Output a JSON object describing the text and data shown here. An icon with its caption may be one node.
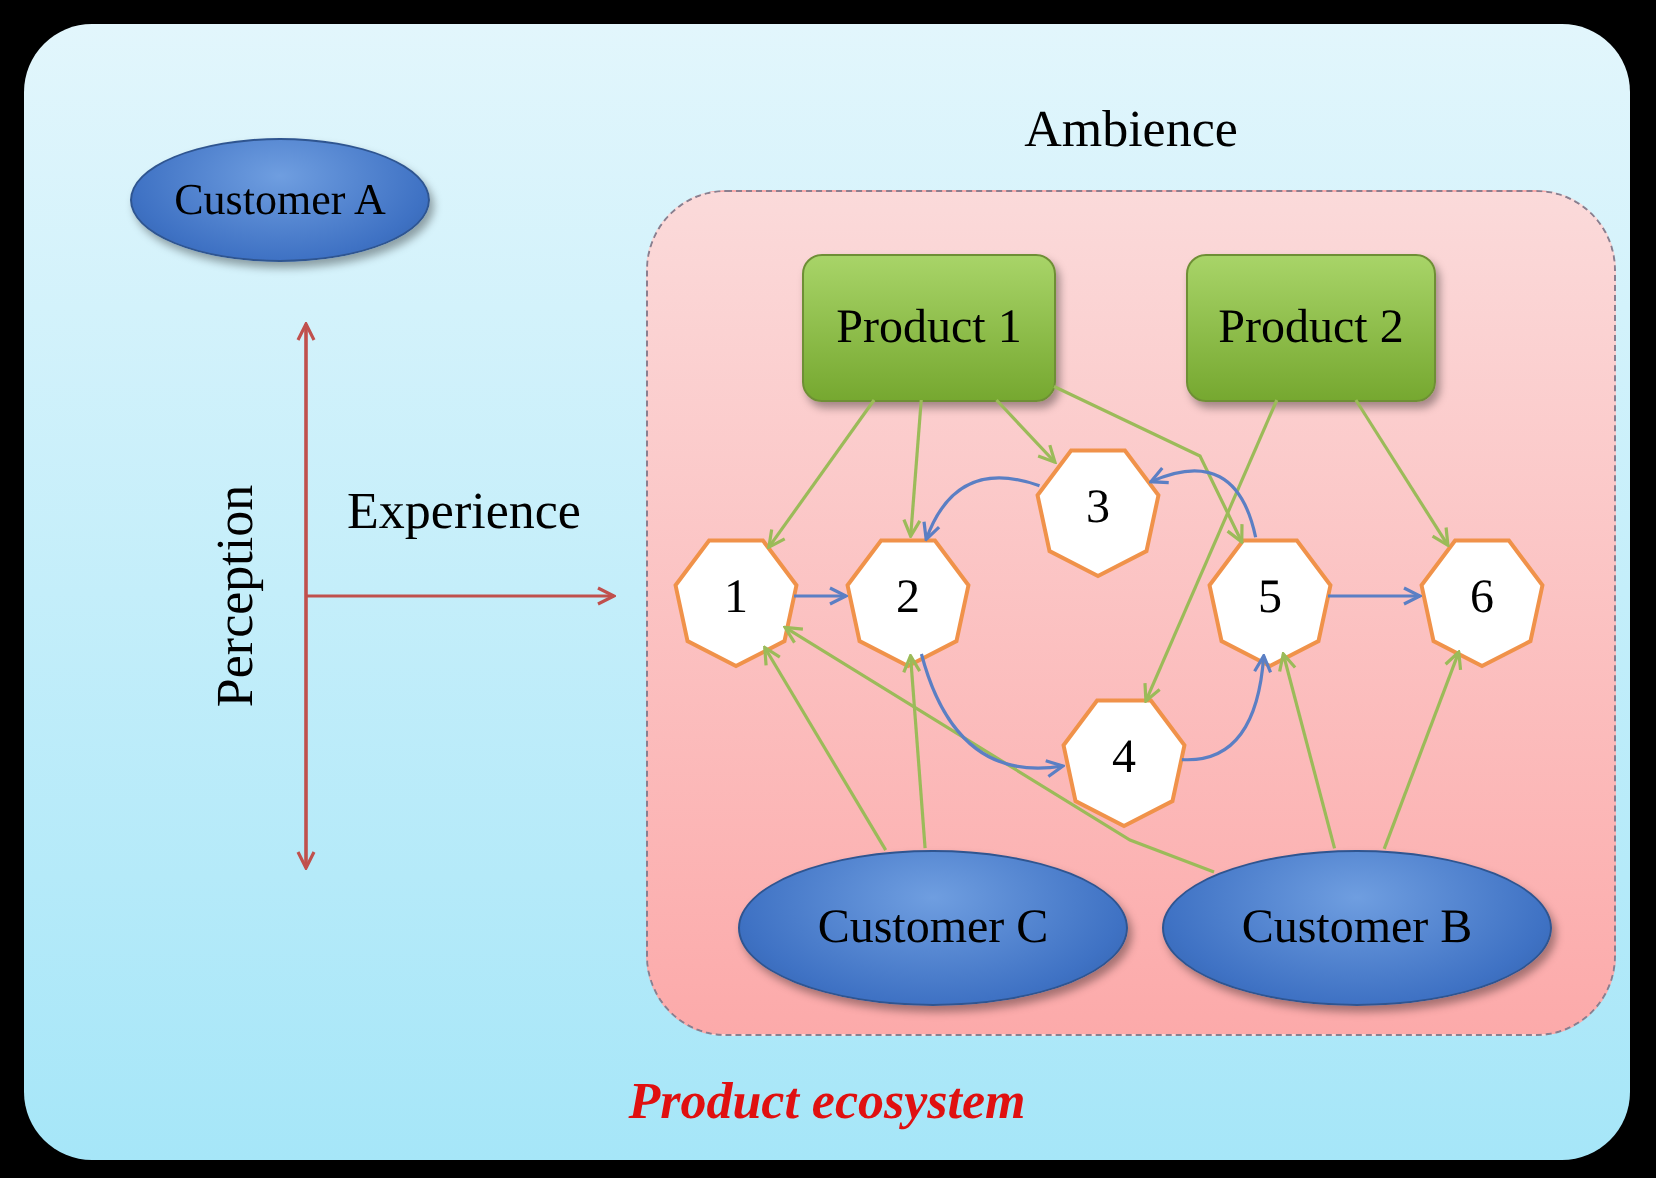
{
  "diagram": {
    "nodes": [
      {
        "text": [
          "Product ecosystem"
        ]
      },
      {
        "text": [
          "Customer A"
        ],
        "in": 0
      },
      {
        "text": [
          "Ambience"
        ],
        "in": 0
      },
      {
        "text": [
          "Product 1"
        ],
        "in": 2
      },
      {
        "text": [
          "Product 2"
        ],
        "in": 2
      },
      {
        "text": [
          "1"
        ],
        "in": 2
      },
      {
        "text": [
          "2"
        ],
        "in": 2
      },
      {
        "text": [
          "3"
        ],
        "in": 2
      },
      {
        "text": [
          "4"
        ],
        "in": 2
      },
      {
        "text": [
          "5"
        ],
        "in": 2
      },
      {
        "text": [
          "6"
        ],
        "in": 2
      },
      {
        "text": [
          "Customer C"
        ],
        "in": 2
      },
      {
        "text": [
          "Customer B"
        ],
        "in": 2
      }
    ],
    "edges": [
      {
        "from": 3,
        "to": 5,
        "arrow": "to"
      },
      {
        "from": 3,
        "to": 6,
        "arrow": "to"
      },
      {
        "from": 3,
        "to": 7,
        "arrow": "to"
      },
      {
        "from": 3,
        "to": 9,
        "arrow": "to"
      },
      {
        "from": 4,
        "to": 8,
        "arrow": "to"
      },
      {
        "from": 4,
        "to": 10,
        "arrow": "to"
      },
      {
        "from": 11,
        "to": 5,
        "arrow": "to"
      },
      {
        "from": 11,
        "to": 6,
        "arrow": "to"
      },
      {
        "from": 12,
        "to": 5,
        "arrow": "to"
      },
      {
        "from": 12,
        "to": 9,
        "arrow": "to"
      },
      {
        "from": 12,
        "to": 10,
        "arrow": "to"
      },
      {
        "from": 5,
        "to": 6,
        "arrow": "to",
        "color": "#5b7fc4"
      },
      {
        "from": 7,
        "to": 6,
        "arrow": "to",
        "color": "#5b7fc4"
      },
      {
        "from": 9,
        "to": 7,
        "arrow": "to",
        "color": "#5b7fc4"
      },
      {
        "from": 6,
        "to": 8,
        "arrow": "to",
        "color": "#5b7fc4"
      },
      {
        "from": 8,
        "to": 9,
        "arrow": "to",
        "color": "#5b7fc4"
      },
      {
        "from": 9,
        "to": 10,
        "arrow": "to",
        "color": "#5b7fc4"
      },
      {
        "from": null,
        "to": 2,
        "arrow": "to",
        "label": "Experience",
        "color": "#c0504d"
      }
    ],
    "labels": [
      "Perception"
    ]
  }
}
